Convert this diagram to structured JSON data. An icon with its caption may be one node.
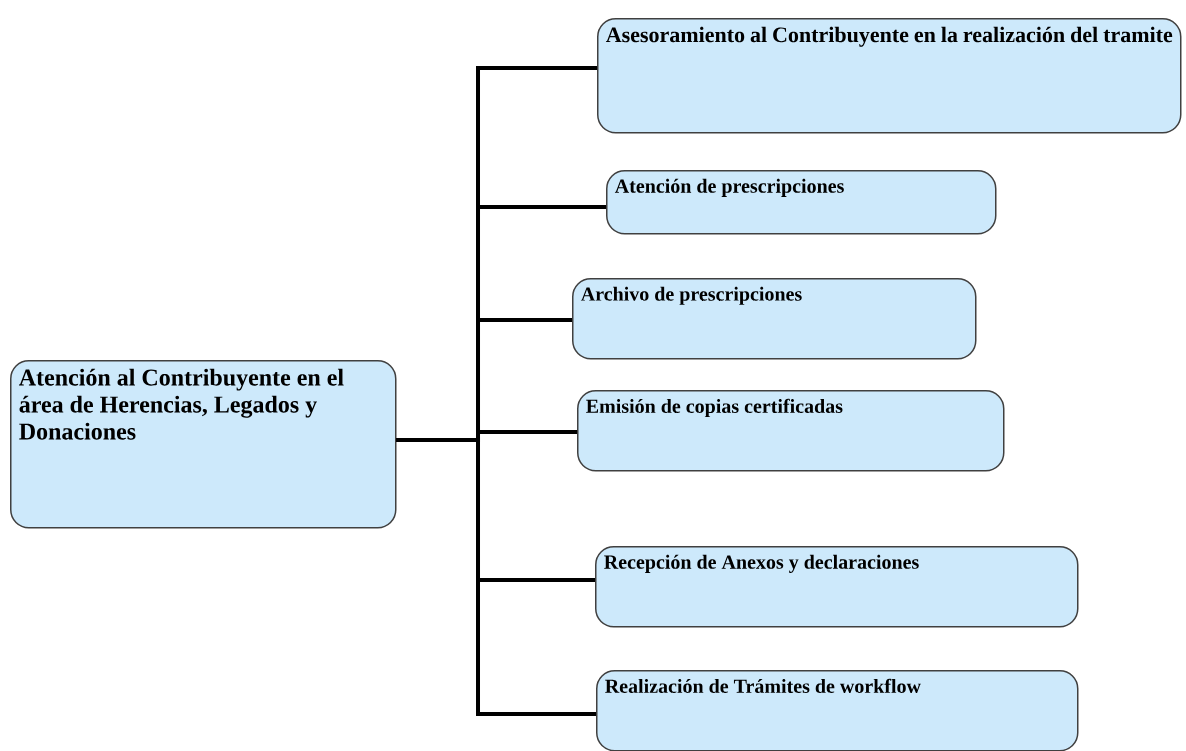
{
  "diagram": {
    "nodes": [
      {
        "text": [
          "Atención al Contribuyente en el área de Herencias, Legados y Donaciones"
        ]
      },
      {
        "text": [
          "Asesoramiento al Contribuyente en la realización del tramite"
        ]
      },
      {
        "text": [
          "Atención de prescripciones"
        ]
      },
      {
        "text": [
          "Archivo de prescripciones"
        ]
      },
      {
        "text": [
          "Emisión de copias certificadas"
        ]
      },
      {
        "text": [
          "Recepción de Anexos y declaraciones"
        ]
      },
      {
        "text": [
          "Realización de Trámites de workflow"
        ]
      }
    ],
    "edges": [
      {
        "from": 0,
        "to": 1,
        "arrow": "none"
      },
      {
        "from": 0,
        "to": 2,
        "arrow": "none"
      },
      {
        "from": 0,
        "to": 3,
        "arrow": "none"
      },
      {
        "from": 0,
        "to": 4,
        "arrow": "none"
      },
      {
        "from": 0,
        "to": 5,
        "arrow": "none"
      },
      {
        "from": 0,
        "to": 6,
        "arrow": "none"
      }
    ]
  }
}
